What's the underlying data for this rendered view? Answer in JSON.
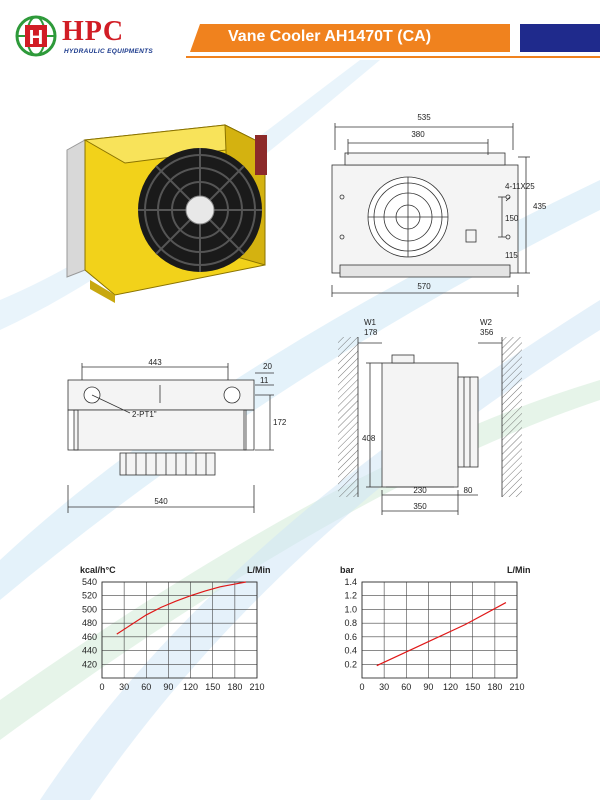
{
  "brand": {
    "name": "HPC",
    "tagline": "HYDRAULIC EQUIPMENTS",
    "emblem_letter": "H",
    "colors": {
      "red": "#d11d25",
      "green": "#2e9a3a",
      "blue": "#1b3a8c"
    }
  },
  "header": {
    "title": "Vane Cooler AH1470T (CA)",
    "accent": "#f0821e",
    "accent_dark": "#1f2a8c"
  },
  "front_view": {
    "dim_width_outer": "535",
    "dim_width_inner": "380",
    "dim_bottom": "570",
    "dim_holes": "4-11X25",
    "dim_435": "435",
    "dim_150": "150",
    "dim_115": "115"
  },
  "top_view": {
    "dim_443": "443",
    "dim_20": "20",
    "dim_11": "11",
    "dim_172": "172",
    "port_label": "2-PT1\"",
    "dim_540": "540"
  },
  "side_view": {
    "w1_label": "W1",
    "w1_value": "178",
    "w2_label": "W2",
    "w2_value": "356",
    "dim_408": "408",
    "dim_230": "230",
    "dim_80": "80",
    "dim_350": "350"
  },
  "chart_data": [
    {
      "type": "line",
      "title": "",
      "ylabel": "kcal/h°C",
      "xlabel": "L/Min",
      "xlim": [
        0,
        210
      ],
      "ylim": [
        400,
        540
      ],
      "x_ticks": [
        0,
        30,
        60,
        90,
        120,
        150,
        180,
        210
      ],
      "y_ticks": [
        420,
        440,
        460,
        480,
        500,
        520,
        540
      ],
      "grid": true,
      "series": [
        {
          "x": [
            20,
            40,
            60,
            80,
            100,
            120,
            140,
            160,
            180,
            195
          ],
          "y": [
            464,
            478,
            492,
            503,
            512,
            520,
            527,
            533,
            537,
            540
          ],
          "color": "#e01818"
        }
      ]
    },
    {
      "type": "line",
      "title": "",
      "ylabel": "bar",
      "xlabel": "L/Min",
      "xlim": [
        0,
        210
      ],
      "ylim": [
        0,
        1.4
      ],
      "x_ticks": [
        0,
        30,
        60,
        90,
        120,
        150,
        180,
        210
      ],
      "y_ticks": [
        "0.2",
        "0.4",
        "0.6",
        "0.8",
        "1.0",
        "1.2",
        "1.4"
      ],
      "grid": true,
      "series": [
        {
          "x": [
            20,
            60,
            100,
            140,
            195
          ],
          "y": [
            0.18,
            0.38,
            0.58,
            0.78,
            1.1
          ],
          "color": "#e01818"
        }
      ]
    }
  ]
}
